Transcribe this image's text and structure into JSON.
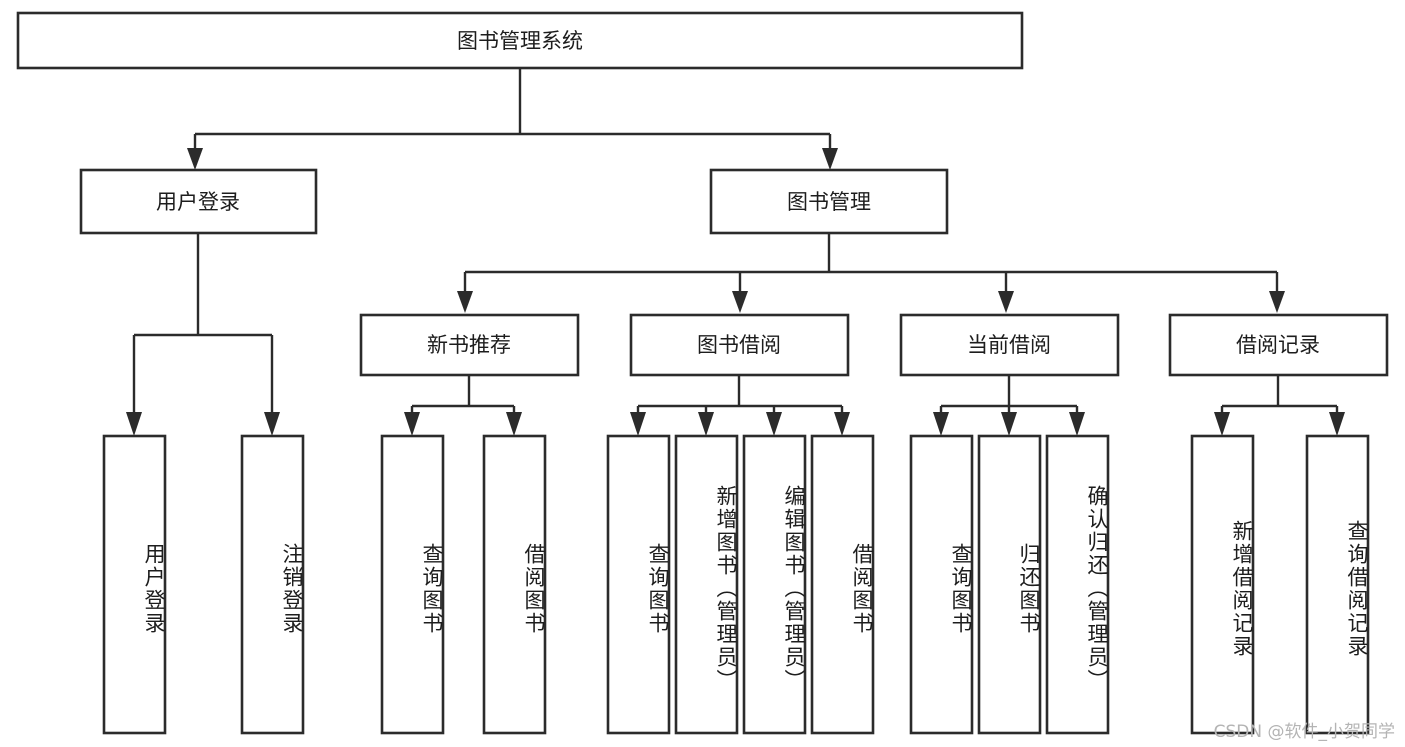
{
  "diagram": {
    "type": "tree",
    "title": "图书管理系统",
    "watermark": "CSDN @软件_小贺同学",
    "nodes": {
      "root": {
        "label": "图书管理系统"
      },
      "level2": [
        {
          "id": "user-login",
          "label": "用户登录"
        },
        {
          "id": "book-manage",
          "label": "图书管理"
        }
      ],
      "level3": [
        {
          "id": "new-book-recommend",
          "label": "新书推荐"
        },
        {
          "id": "book-borrow",
          "label": "图书借阅"
        },
        {
          "id": "current-borrow",
          "label": "当前借阅"
        },
        {
          "id": "borrow-record",
          "label": "借阅记录"
        }
      ],
      "leaves": [
        {
          "id": "leaf-user-login",
          "label": "用户登录",
          "parent": "user-login"
        },
        {
          "id": "leaf-logout-login",
          "label": "注销登录",
          "parent": "user-login"
        },
        {
          "id": "leaf-query-book-1",
          "label": "查询图书",
          "parent": "new-book-recommend"
        },
        {
          "id": "leaf-borrow-book-1",
          "label": "借阅图书",
          "parent": "new-book-recommend"
        },
        {
          "id": "leaf-query-book-2",
          "label": "查询图书",
          "parent": "book-borrow"
        },
        {
          "id": "leaf-add-book",
          "label": "新增图书（管理员）",
          "parent": "book-borrow"
        },
        {
          "id": "leaf-edit-book",
          "label": "编辑图书（管理员）",
          "parent": "book-borrow"
        },
        {
          "id": "leaf-borrow-book-2",
          "label": "借阅图书",
          "parent": "book-borrow"
        },
        {
          "id": "leaf-query-book-3",
          "label": "查询图书",
          "parent": "current-borrow"
        },
        {
          "id": "leaf-return-book",
          "label": "归还图书",
          "parent": "current-borrow"
        },
        {
          "id": "leaf-confirm-return",
          "label": "确认归还（管理员）",
          "parent": "current-borrow"
        },
        {
          "id": "leaf-add-record",
          "label": "新增借阅记录",
          "parent": "borrow-record"
        },
        {
          "id": "leaf-query-record",
          "label": "查询借阅记录",
          "parent": "borrow-record"
        }
      ]
    },
    "colors": {
      "stroke": "#2b2b2b",
      "fill": "#ffffff",
      "text": "#1d1d1d",
      "watermark": "#b4b4b4"
    }
  }
}
